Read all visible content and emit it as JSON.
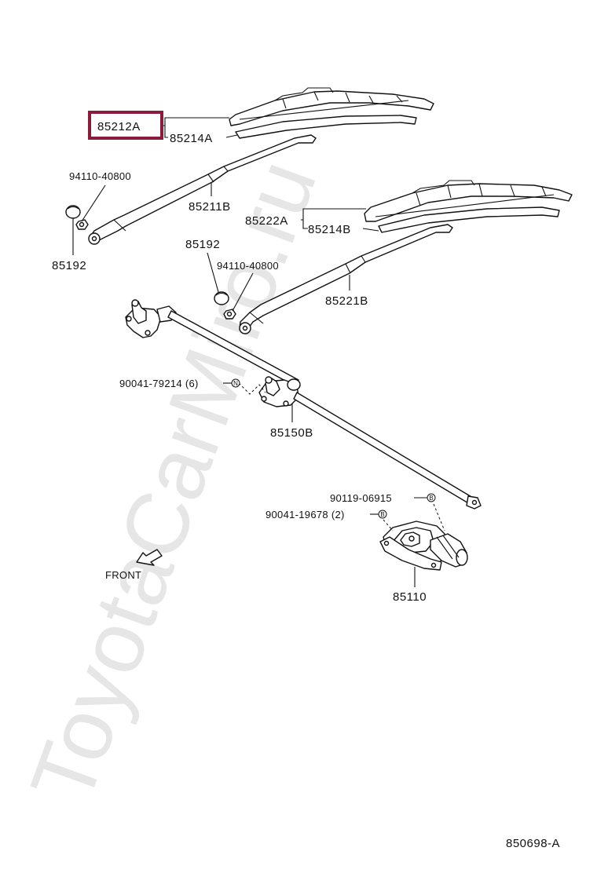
{
  "watermark": "ToyotaCarMiro.ru",
  "highlighted_part": "85212A",
  "labels": {
    "p85212A": "85212A",
    "p85214A": "85214A",
    "p85211B": "85211B",
    "p94110_top": "94110-40800",
    "p85192_top": "85192",
    "p85222A": "85222A",
    "p85214B": "85214B",
    "p85192_mid": "85192",
    "p94110_mid": "94110-40800",
    "p85221B": "85221B",
    "p90041_79214": "90041-79214 (6)",
    "p85150B": "85150B",
    "p90119_06915": "90119-06915",
    "p90041_19678": "90041-19678 (2)",
    "p85110": "85110",
    "front": "FRONT",
    "drawing_number": "850698-A"
  },
  "symbols": {
    "n_mark": "N",
    "b_mark": "B"
  },
  "colors": {
    "highlight": "#8c1a3a",
    "watermark": "#e6e6e6",
    "ink": "#111111"
  }
}
